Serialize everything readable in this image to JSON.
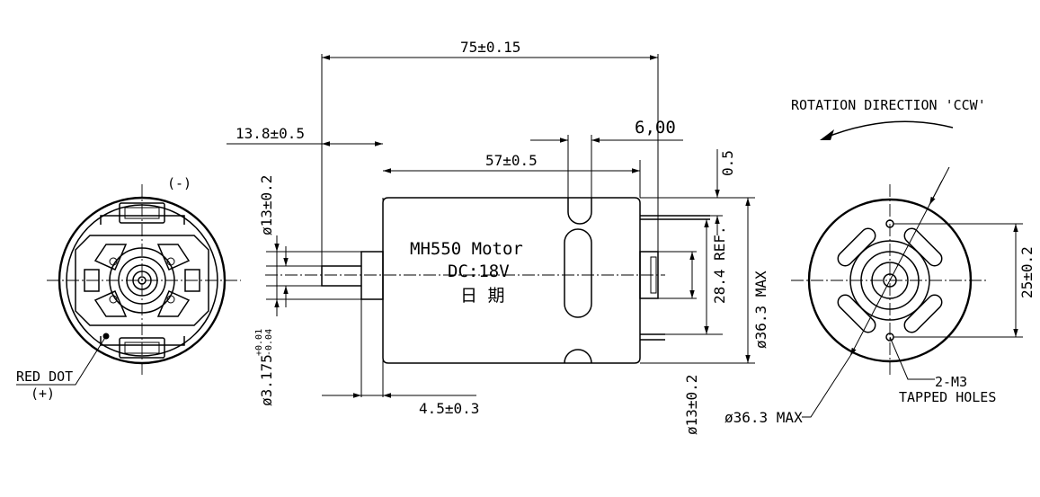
{
  "dimensions": {
    "overall_length": "75±0.15",
    "shaft_length": "13.8±0.5",
    "shaft_extension": "6,00",
    "body_length": "57±0.5",
    "end_offset": "0.5",
    "boss_dia_left": "ø13±0.2",
    "shaft_dia": "ø3.175",
    "shaft_tol_upper": "+0.01",
    "shaft_tol_lower": "-0.04",
    "boss_length": "4.5±0.3",
    "boss_dia_right": "ø13±0.2",
    "ref_dim": "28.4 REF.",
    "body_dia": "ø36.3 MAX",
    "hole_spacing": "25±0.2",
    "end_view_dia": "ø36.3 MAX"
  },
  "labels": {
    "negative": "(-)",
    "red_dot": "RED DOT",
    "positive": "(+)",
    "rotation": "ROTATION DIRECTION 'CCW'",
    "holes_line1": "2-M3",
    "holes_line2": "TAPPED HOLES"
  },
  "motor_marking": {
    "model": "MH550 Motor",
    "voltage": "DC:18V",
    "date": "日 期"
  }
}
